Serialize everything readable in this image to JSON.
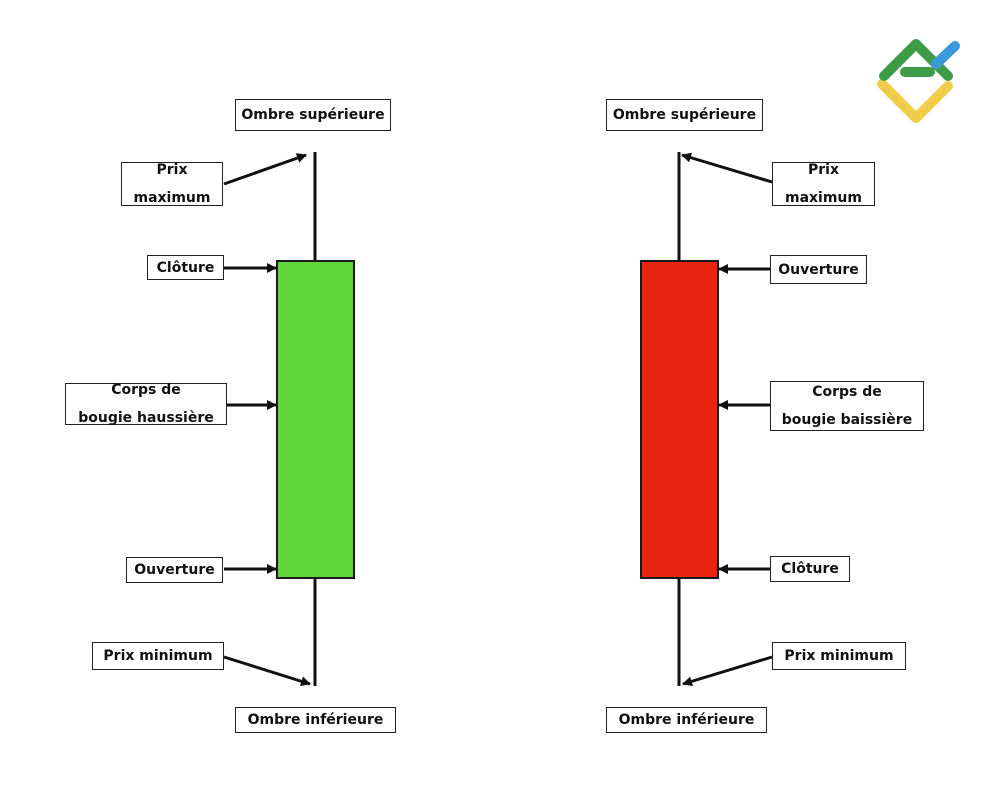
{
  "colors": {
    "bullish_body": "#61d63a",
    "bearish_body": "#ea2410",
    "outline": "#1a1a1a",
    "logo_green": "#3e9b46",
    "logo_blue": "#3a9ad9",
    "logo_yellow": "#f0cc4a"
  },
  "logo": {
    "icon": "brand-logo-icon"
  },
  "bullish": {
    "body_color_name": "green",
    "labels": {
      "upper_shadow": "Ombre supérieure",
      "high_line1": "Prix",
      "high_line2": "maximum",
      "close": "Clôture",
      "body_line1": "Corps de",
      "body_line2": "bougie haussière",
      "open": "Ouverture",
      "low": "Prix minimum",
      "lower_shadow": "Ombre inférieure"
    }
  },
  "bearish": {
    "body_color_name": "red",
    "labels": {
      "upper_shadow": "Ombre supérieure",
      "high_line1": "Prix",
      "high_line2": "maximum",
      "open": "Ouverture",
      "body_line1": "Corps de",
      "body_line2": "bougie baissière",
      "close": "Clôture",
      "low": "Prix minimum",
      "lower_shadow": "Ombre inférieure"
    }
  }
}
